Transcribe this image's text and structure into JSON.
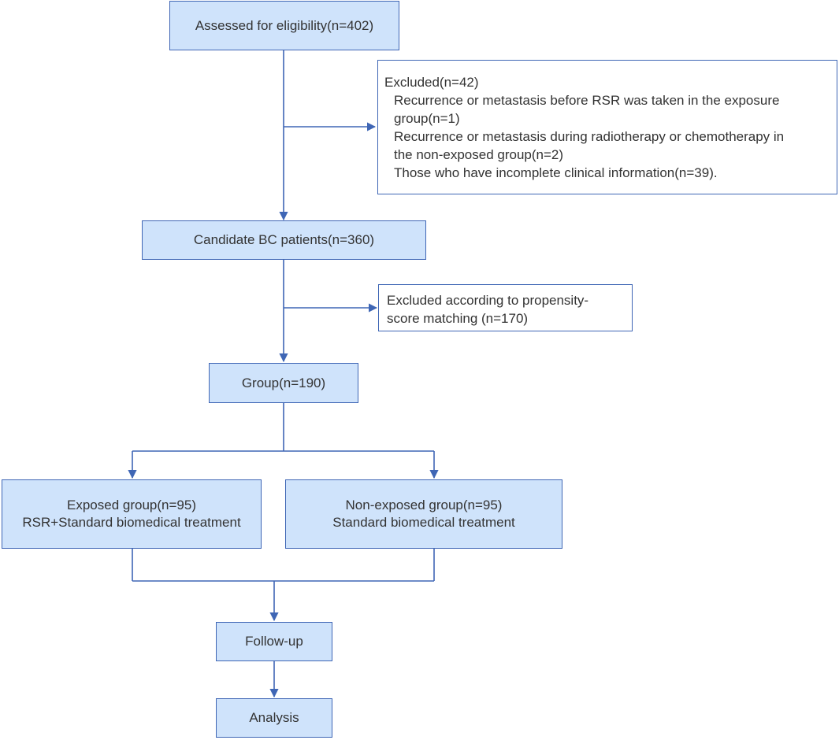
{
  "boxes": {
    "assessed": "Assessed for eligibility(n=402)",
    "candidate": "Candidate BC patients(n=360)",
    "group": "Group(n=190)",
    "exposed": {
      "line1": "Exposed group(n=95)",
      "line2": "RSR+Standard biomedical treatment"
    },
    "non_exposed": {
      "line1": "Non-exposed group(n=95)",
      "line2": "Standard biomedical treatment"
    },
    "follow_up": "Follow-up",
    "analysis": "Analysis"
  },
  "exclusions": {
    "first": {
      "title": "Excluded(n=42)",
      "item1_line1": "Recurrence or metastasis before RSR was taken in the exposure",
      "item1_line2": "group(n=1)",
      "item2_line1": "Recurrence or metastasis during radiotherapy or chemotherapy in",
      "item2_line2": "the non-exposed group(n=2)",
      "item3": "Those who have incomplete clinical information(n=39)."
    },
    "second": {
      "line1": "Excluded according to propensity-",
      "line2": "score matching (n=170)"
    }
  },
  "colors": {
    "box_fill": "#cfe3fb",
    "border": "#3f66b5",
    "connector": "#3f66b5",
    "text": "#333333"
  }
}
